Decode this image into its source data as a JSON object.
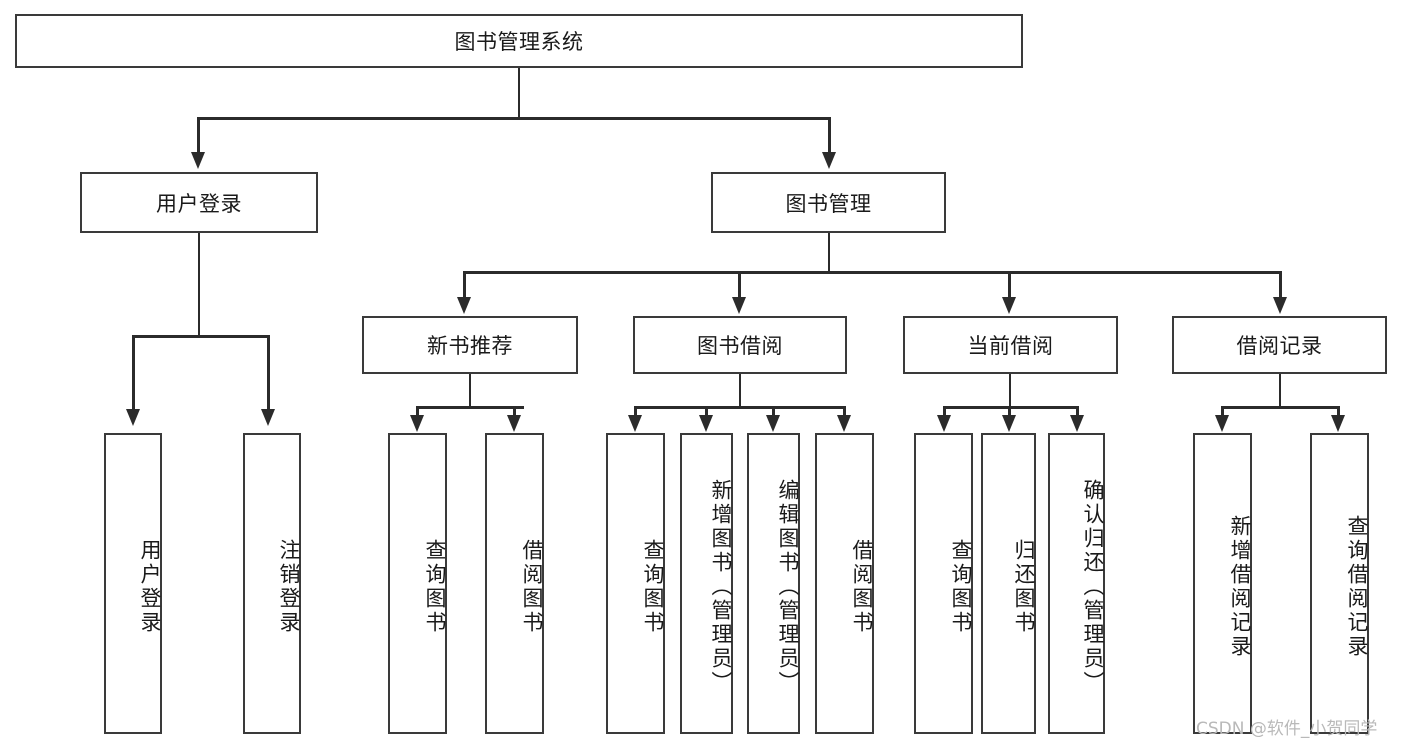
{
  "diagram": {
    "title": "图书管理系统",
    "type": "functional-decomposition-tree",
    "levels": [
      {
        "level": 1,
        "nodes": [
          {
            "id": "root",
            "label": "图书管理系统",
            "orientation": "horizontal"
          }
        ]
      },
      {
        "level": 2,
        "nodes": [
          {
            "id": "user-login",
            "label": "用户登录",
            "orientation": "horizontal",
            "parent": "root"
          },
          {
            "id": "book-manage",
            "label": "图书管理",
            "orientation": "horizontal",
            "parent": "root"
          }
        ]
      },
      {
        "level": 3,
        "nodes": [
          {
            "id": "new-book-recommend",
            "label": "新书推荐",
            "orientation": "horizontal",
            "parent": "book-manage"
          },
          {
            "id": "book-borrow",
            "label": "图书借阅",
            "orientation": "horizontal",
            "parent": "book-manage"
          },
          {
            "id": "current-borrow",
            "label": "当前借阅",
            "orientation": "horizontal",
            "parent": "book-manage"
          },
          {
            "id": "borrow-record",
            "label": "借阅记录",
            "orientation": "horizontal",
            "parent": "book-manage"
          }
        ]
      },
      {
        "level": 4,
        "nodes": [
          {
            "id": "leaf-user-login",
            "label": "用户登录",
            "orientation": "vertical",
            "parent": "user-login"
          },
          {
            "id": "leaf-logout-login",
            "label": "注销登录",
            "orientation": "vertical",
            "parent": "user-login"
          },
          {
            "id": "leaf-query-book-1",
            "label": "查询图书",
            "orientation": "vertical",
            "parent": "new-book-recommend"
          },
          {
            "id": "leaf-borrow-book-1",
            "label": "借阅图书",
            "orientation": "vertical",
            "parent": "new-book-recommend"
          },
          {
            "id": "leaf-query-book-2",
            "label": "查询图书",
            "orientation": "vertical",
            "parent": "book-borrow"
          },
          {
            "id": "leaf-add-book",
            "label": "新增图书（管理员）",
            "orientation": "vertical",
            "parent": "book-borrow"
          },
          {
            "id": "leaf-edit-book",
            "label": "编辑图书（管理员）",
            "orientation": "vertical",
            "parent": "book-borrow"
          },
          {
            "id": "leaf-borrow-book-2",
            "label": "借阅图书",
            "orientation": "vertical",
            "parent": "book-borrow"
          },
          {
            "id": "leaf-query-book-3",
            "label": "查询图书",
            "orientation": "vertical",
            "parent": "current-borrow"
          },
          {
            "id": "leaf-return-book",
            "label": "归还图书",
            "orientation": "vertical",
            "parent": "current-borrow"
          },
          {
            "id": "leaf-confirm-return",
            "label": "确认归还（管理员）",
            "orientation": "vertical",
            "parent": "current-borrow"
          },
          {
            "id": "leaf-add-record",
            "label": "新增借阅记录",
            "orientation": "vertical",
            "parent": "borrow-record"
          },
          {
            "id": "leaf-query-record",
            "label": "查询借阅记录",
            "orientation": "vertical",
            "parent": "borrow-record"
          }
        ]
      }
    ]
  },
  "watermark": {
    "text": "CSDN @软件_小贺同学"
  },
  "colors": {
    "border": "#3a3a3a",
    "line": "#2b2b2b",
    "text": "#1a1a1a",
    "background": "#ffffff",
    "watermark": "#b9b9b9"
  }
}
